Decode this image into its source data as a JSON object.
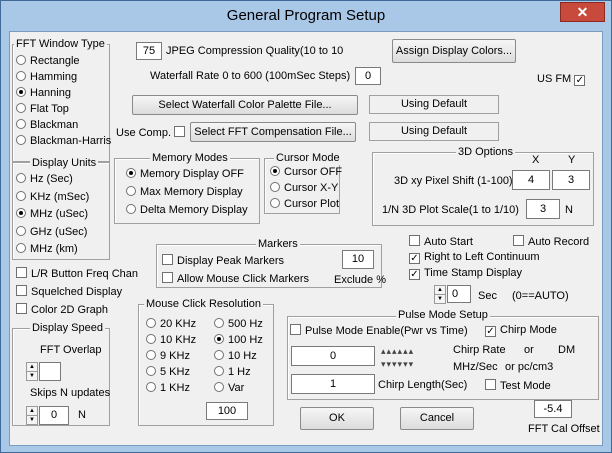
{
  "window": {
    "title": "General Program Setup",
    "close_glyph": "✕"
  },
  "fft_window": {
    "title": "FFT Window Type",
    "options": [
      "Rectangle",
      "Hamming",
      "Hanning",
      "Flat Top",
      "Blackman",
      "Blackman-Harris"
    ],
    "selected": "Hanning"
  },
  "jpeg": {
    "value": "75",
    "label": "JPEG Compression Quality(10 to 10"
  },
  "assign_colors": {
    "label": "Assign Display Colors..."
  },
  "waterfall": {
    "label": "Waterfall Rate 0 to 600 (100mSec Steps)",
    "value": "0"
  },
  "us_fm": {
    "label": "US FM",
    "checked": true
  },
  "palette": {
    "button": "Select Waterfall Color Palette File...",
    "status": "Using Default"
  },
  "compensation": {
    "use_label": "Use Comp.",
    "use_checked": false,
    "button": "Select FFT Compensation File...",
    "status": "Using Default"
  },
  "display_units": {
    "title": "Display Units",
    "options": [
      "Hz (Sec)",
      "KHz (mSec)",
      "MHz (uSec)",
      "GHz (uSec)",
      "MHz (km)"
    ],
    "selected": "MHz (uSec)"
  },
  "memory_modes": {
    "title": "Memory Modes",
    "options": [
      "Memory Display OFF",
      "Max Memory Display",
      "Delta Memory Display"
    ],
    "selected": "Memory Display OFF"
  },
  "cursor_mode": {
    "title": "Cursor Mode",
    "options": [
      "Cursor OFF",
      "Cursor X-Y",
      "Cursor Plot"
    ],
    "selected": "Cursor OFF"
  },
  "options3d": {
    "title": "3D Options",
    "x_label": "X",
    "y_label": "Y",
    "pixel_shift_label": "3D xy Pixel Shift (1-100)",
    "x_value": "4",
    "y_value": "3",
    "scale_label": "1/N 3D Plot Scale(1 to 1/10)",
    "scale_value": "3",
    "n_label": "N"
  },
  "markers": {
    "title": "Markers",
    "display_peak": "Display Peak Markers",
    "display_peak_checked": false,
    "count": "10",
    "allow_click": "Allow Mouse Click Markers",
    "allow_click_checked": false,
    "exclude_label": "Exclude %"
  },
  "auto_start": {
    "label": "Auto Start",
    "checked": false
  },
  "auto_record": {
    "label": "Auto Record",
    "checked": false
  },
  "right_to_left": {
    "label": "Right to Left Continuum",
    "checked": true
  },
  "time_stamp": {
    "label": "Time Stamp Display",
    "checked": true
  },
  "sec": {
    "value": "0",
    "label": "Sec",
    "note": "(0==AUTO)"
  },
  "lr_button": {
    "label": "L/R Button Freq Chan",
    "checked": false
  },
  "squelched": {
    "label": "Squelched Display",
    "checked": false
  },
  "color2d": {
    "label": "Color 2D Graph",
    "checked": false
  },
  "display_speed": {
    "title": "Display Speed",
    "fft_overlap": "FFT Overlap",
    "overlap_value": "",
    "skips": "Skips N updates",
    "skips_value": "0",
    "n_label": "N"
  },
  "mouse_click": {
    "title": "Mouse Click Resolution",
    "col1": [
      "20 KHz",
      "10 KHz",
      "9 KHz",
      "5 KHz",
      "1 KHz"
    ],
    "col2": [
      "500 Hz",
      "100 Hz",
      "10 Hz",
      "1 Hz",
      "Var"
    ],
    "selected": "100 Hz",
    "var_value": "100"
  },
  "pulse": {
    "title": "Pulse Mode Setup",
    "enable": "Pulse Mode Enable(Pwr vs Time)",
    "enable_checked": false,
    "chirp_mode": "Chirp Mode",
    "chirp_checked": true,
    "chirp_rate_value": "0",
    "chirp_rate_label": "Chirp Rate",
    "or": "or",
    "dm": "DM",
    "units": "MHz/Sec",
    "or_pc": "or pc/cm3",
    "chirp_length_value": "1",
    "chirp_length_label": "Chirp Length(Sec)",
    "test_mode": "Test Mode",
    "test_checked": false
  },
  "ok": {
    "label": "OK"
  },
  "cancel": {
    "label": "Cancel"
  },
  "fft_cal": {
    "value": "-5.4",
    "label": "FFT Cal Offset"
  }
}
